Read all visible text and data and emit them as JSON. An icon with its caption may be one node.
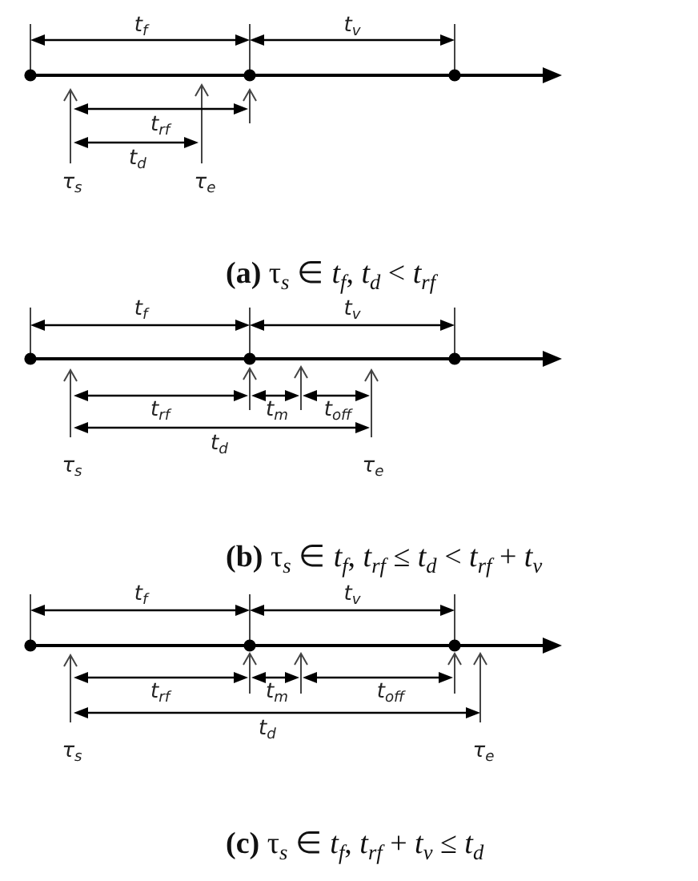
{
  "diagram": {
    "labels": [
      "t$_{f}$",
      "t$_{v}$",
      "t$_{rf}$",
      "t$_{d}$",
      "τ$_{s}$",
      "τ$_{e}$",
      "**(a)** τ$_{s}$ ∈ *t*$_{f}$, *t*$_{d}$ < *t*$_{rf}$",
      "t$_{f}$",
      "t$_{v}$",
      "t$_{rf}$",
      "t$_{m}$",
      "t$_{off}$",
      "t$_{d}$",
      "τ$_{s}$",
      "τ$_{e}$",
      "**(b)** τ$_{s}$ ∈ *t*$_{f}$, *t*$_{rf}$ ≤ *t*$_{d}$ < *t*$_{rf}$ + *t*$_{v}$",
      "t$_{f}$",
      "t$_{v}$",
      "t$_{rf}$",
      "t$_{m}$",
      "t$_{off}$",
      "t$_{d}$",
      "τ$_{s}$",
      "τ$_{e}$",
      "**(c)** τ$_{s}$ ∈ *t*$_{f}$, *t*$_{rf}$ + *t*$_{v}$ ≤ *t*$_{d}$"
    ]
  }
}
